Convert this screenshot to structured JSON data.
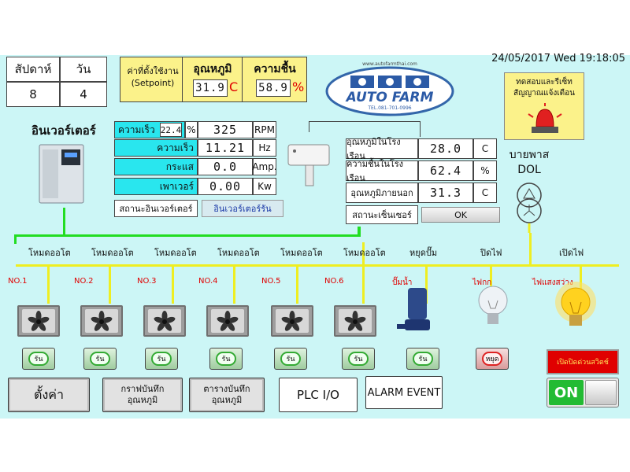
{
  "schedule": {
    "week_label": "สัปดาห์",
    "day_label": "วัน",
    "week_value": "8",
    "day_value": "4"
  },
  "setpoint": {
    "label_line1": "ค่าที่ตั้งใช้งาน",
    "label_line2": "(Setpoint)",
    "temp_label": "อุณหภูมิ",
    "humid_label": "ความชื้น",
    "temp_value": "31.9",
    "temp_unit": "C",
    "humid_value": "58.9",
    "humid_unit": "%"
  },
  "logo": {
    "brand": "AUTO FARM",
    "tel": "TEL.081-701-0996",
    "website": "www.autofarmthai.com"
  },
  "datetime": "24/05/2017 Wed 19:18:05",
  "alarm_test": {
    "label_line1": "ทดสอบและรีเซ็ท",
    "label_line2": "สัญญาณแจ้งเตือน"
  },
  "inverter": {
    "title": "อินเวอร์เตอร์",
    "speed_pct_label": "ความเร็ว",
    "speed_pct_value": "22.4",
    "speed_pct_unit": "%",
    "rpm_value": "325",
    "rpm_unit": "RPM",
    "speed_label": "ความเร็ว",
    "speed_value": "11.21",
    "speed_unit": "Hz",
    "current_label": "กระแส",
    "current_value": "0.0",
    "current_unit": "Amp.",
    "power_label": "เพาเวอร์",
    "power_value": "0.00",
    "power_unit": "Kw",
    "status_label": "สถานะอินเวอร์เตอร์",
    "status_value": "อินเวอร์เตอร์รัน"
  },
  "sensor": {
    "inside_temp_label": "อุณหภูมิในโรงเรือน",
    "inside_temp_value": "28.0",
    "inside_temp_unit": "C",
    "inside_humid_label": "ความชื้นในโรงเรือน",
    "inside_humid_value": "62.4",
    "inside_humid_unit": "%",
    "outside_temp_label": "อุณหภูมิภายนอก",
    "outside_temp_value": "31.3",
    "outside_temp_unit": "C",
    "status_label": "สถานะเซ็นเซอร์",
    "status_value": "OK"
  },
  "bypass": {
    "label": "บายพาส",
    "sublabel": "DOL"
  },
  "devices": [
    {
      "mode": "โหมดออโต",
      "no": "NO.1",
      "button": "รัน"
    },
    {
      "mode": "โหมดออโต",
      "no": "NO.2",
      "button": "รัน"
    },
    {
      "mode": "โหมดออโต",
      "no": "NO.3",
      "button": "รัน"
    },
    {
      "mode": "โหมดออโต",
      "no": "NO.4",
      "button": "รัน"
    },
    {
      "mode": "โหมดออโต",
      "no": "NO.5",
      "button": "รัน"
    },
    {
      "mode": "โหมดออโต",
      "no": "NO.6",
      "button": "รัน"
    },
    {
      "mode": "หยุดปั๊ม",
      "no": "ปั๊มน้ำ",
      "button": "รัน"
    },
    {
      "mode": "ปิดไฟ",
      "no": "ไฟกก",
      "button": "หยุด"
    },
    {
      "mode": "เปิดไฟ",
      "no": "ไฟแสงสว่าง",
      "button": ""
    }
  ],
  "emergency_button": "เปิดปิดด่วนสวิตช์",
  "toggle": {
    "state": "ON"
  },
  "nav": {
    "settings": "ตั้งค่า",
    "temp_graph_line1": "กราฟบันทึก",
    "temp_graph_line2": "อุณหภูมิ",
    "temp_table_line1": "ตารางบันทึก",
    "temp_table_line2": "อุณหภูมิ",
    "plc": "PLC I/O",
    "alarm": "ALARM EVENT"
  },
  "colors": {
    "panel_bg": "#ccf6f6",
    "accent_cyan": "#29e6ee",
    "setpoint_yellow": "#fbf28a",
    "wire_green": "#22dd22",
    "wire_yellow": "#eeee22",
    "alert_red": "#e00000",
    "toggle_green": "#22bb33"
  }
}
